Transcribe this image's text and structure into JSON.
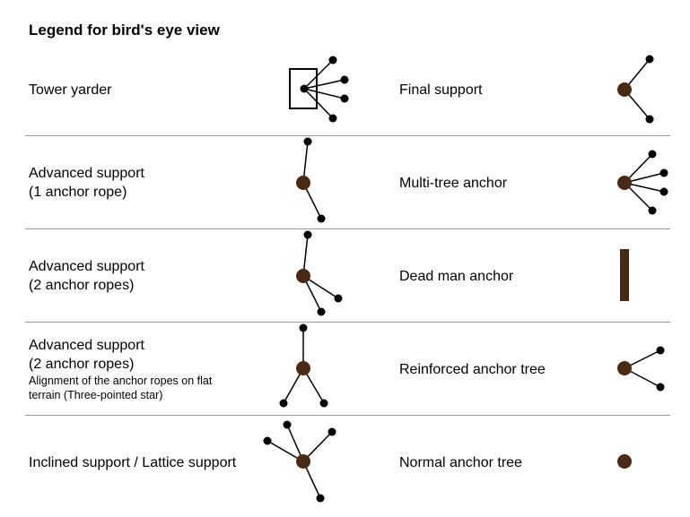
{
  "title": "Legend for bird's eye view",
  "left": [
    {
      "lines": [
        "Tower yarder"
      ],
      "symbol": "tower-yarder"
    },
    {
      "lines": [
        "Advanced support",
        "(1 anchor rope)"
      ],
      "symbol": "advanced-support-1"
    },
    {
      "lines": [
        "Advanced support",
        "(2 anchor ropes)"
      ],
      "symbol": "advanced-support-2"
    },
    {
      "lines": [
        "Advanced support",
        "(2 anchor ropes)"
      ],
      "note": [
        "Alignment of the anchor ropes on flat",
        "terrain (Three-pointed star)"
      ],
      "symbol": "three-pointed-star"
    },
    {
      "lines": [
        "Inclined support / Lattice support"
      ],
      "symbol": "inclined-support"
    }
  ],
  "right": [
    {
      "lines": [
        "Final support"
      ],
      "symbol": "final-support"
    },
    {
      "lines": [
        "Multi-tree anchor"
      ],
      "symbol": "multi-tree-anchor"
    },
    {
      "lines": [
        "Dead man anchor"
      ],
      "symbol": "dead-man-anchor"
    },
    {
      "lines": [
        "Reinforced anchor tree"
      ],
      "symbol": "reinforced-anchor-tree"
    },
    {
      "lines": [
        "Normal anchor tree"
      ],
      "symbol": "normal-anchor-tree"
    }
  ],
  "colors": {
    "tree": "#4a2a14",
    "node": "#000000",
    "divider": "#999999"
  }
}
